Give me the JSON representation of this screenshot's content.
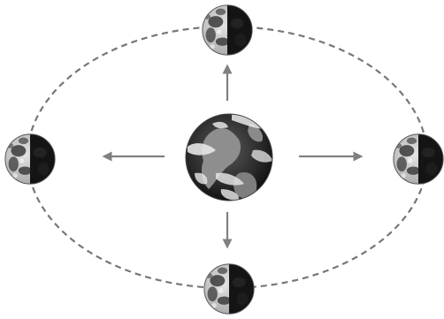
{
  "diagram": {
    "central_body": {
      "name": "earth-icon"
    },
    "orbit": {
      "style": "dashed",
      "color": "#777777"
    },
    "moons": [
      {
        "id": "top",
        "name": "moon-top-icon",
        "lit_side": "left"
      },
      {
        "id": "left",
        "name": "moon-left-icon",
        "lit_side": "left"
      },
      {
        "id": "right",
        "name": "moon-right-icon",
        "lit_side": "left"
      },
      {
        "id": "bottom",
        "name": "moon-bottom-icon",
        "lit_side": "left"
      }
    ],
    "arrows": [
      {
        "name": "arrow-up-icon",
        "direction": "up"
      },
      {
        "name": "arrow-left-icon",
        "direction": "left"
      },
      {
        "name": "arrow-right-icon",
        "direction": "right"
      },
      {
        "name": "arrow-down-icon",
        "direction": "down"
      }
    ],
    "colors": {
      "ocean_dark": "#1e1e1e",
      "ocean_mid": "#4a4a4a",
      "land": "#9a9a9a",
      "cloud": "#e6e6e6",
      "moon_lit": "#cfcfcf",
      "moon_crater": "#3a3a3a",
      "moon_shadow": "#141414",
      "arrow": "#808080"
    }
  }
}
